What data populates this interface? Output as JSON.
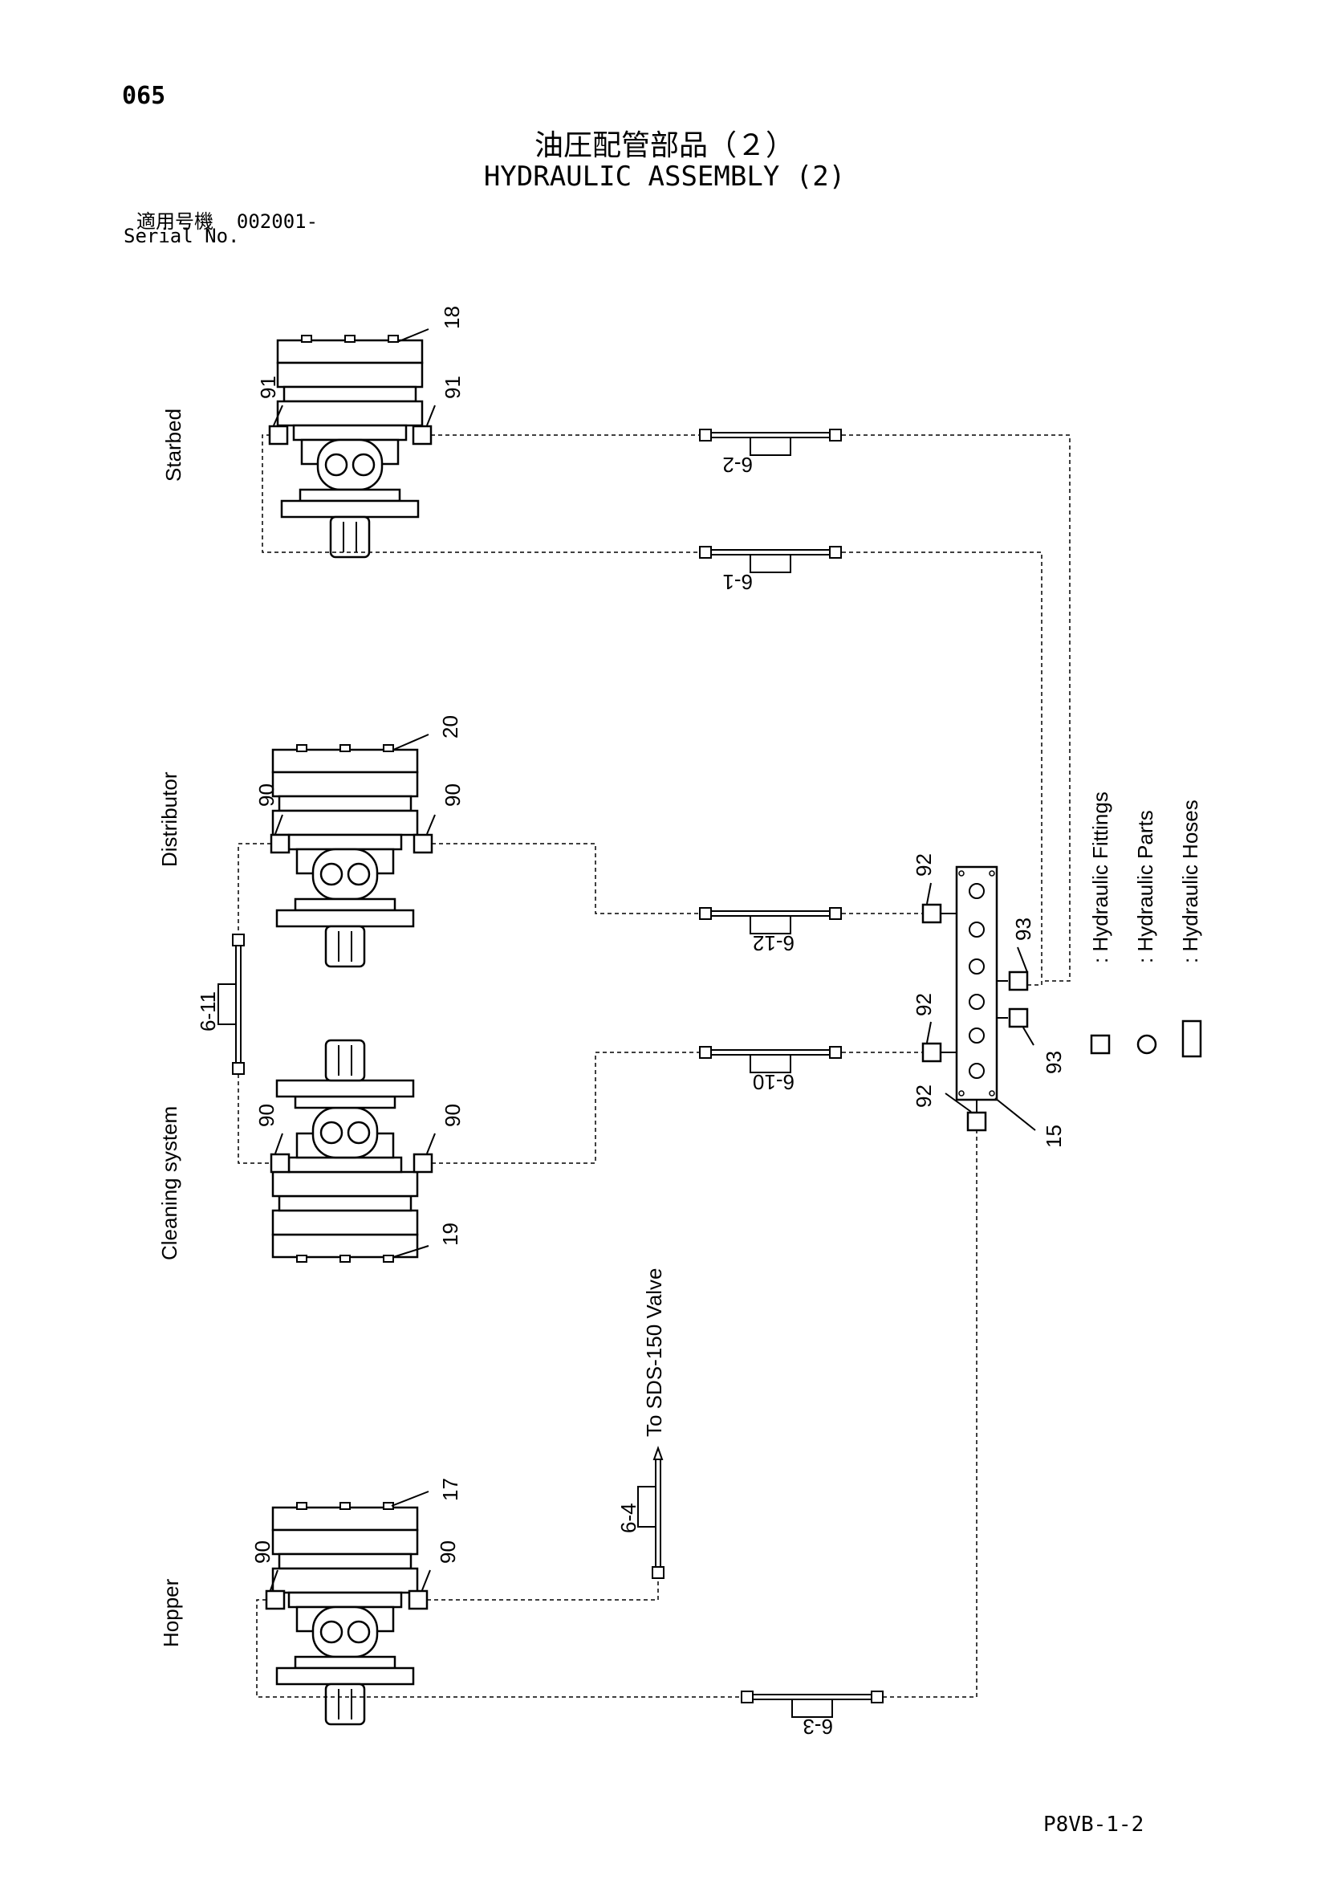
{
  "header": {
    "page_number": "065",
    "title_jp": "油圧配管部品（２）",
    "title_en": "HYDRAULIC ASSEMBLY (2)",
    "serial_label_jp": "適用号機",
    "serial_value": "002001-",
    "serial_label_en": "Serial No."
  },
  "footer": {
    "doc_code": "P8VB-1-2"
  },
  "sections": {
    "starbed": "Starbed",
    "distributor": "Distributor",
    "cleaning": "Cleaning system",
    "hopper": "Hopper"
  },
  "parts": {
    "p18": "18",
    "p20": "20",
    "p19": "19",
    "p17": "17",
    "p15": "15",
    "p91": "91",
    "p90": "90",
    "p92": "92",
    "p93": "93"
  },
  "hoses": {
    "h6_1": "6-1",
    "h6_2": "6-2",
    "h6_3": "6-3",
    "h6_4": "6-4",
    "h6_10": "6-10",
    "h6_11": "6-11",
    "h6_12": "6-12"
  },
  "annotation": {
    "to_valve": "To SDS-150 Valve"
  },
  "legend": {
    "fittings": ": Hydraulic Fittings",
    "parts": ": Hydraulic Parts",
    "hoses": ": Hydraulic Hoses"
  }
}
